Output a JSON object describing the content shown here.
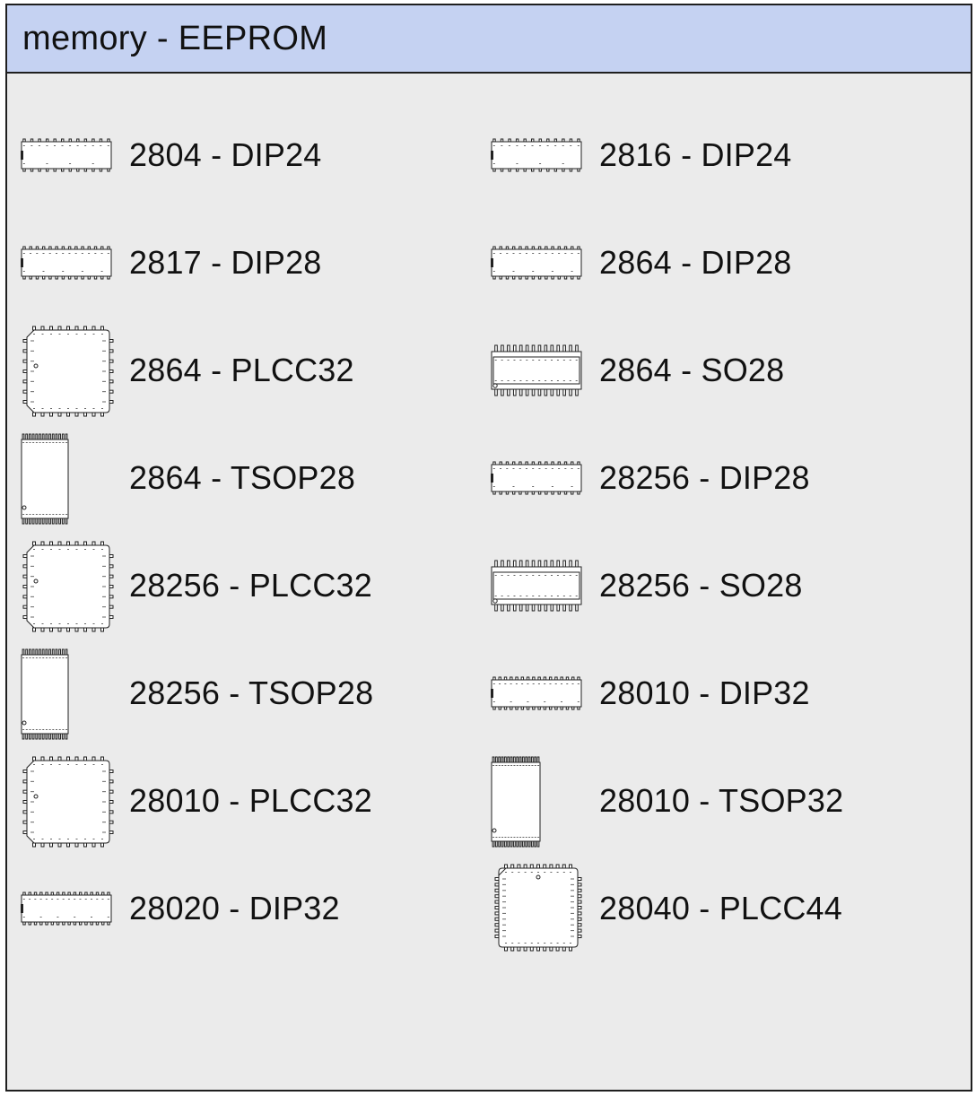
{
  "header": {
    "title": "memory - EEPROM"
  },
  "parts": [
    {
      "label": "2804 - DIP24",
      "package": "dip",
      "pins": 24
    },
    {
      "label": "2816 - DIP24",
      "package": "dip",
      "pins": 24
    },
    {
      "label": "2817 - DIP28",
      "package": "dip",
      "pins": 28
    },
    {
      "label": "2864 - DIP28",
      "package": "dip",
      "pins": 28
    },
    {
      "label": "2864 - PLCC32",
      "package": "plcc",
      "pins": 32
    },
    {
      "label": "2864 - SO28",
      "package": "so",
      "pins": 28
    },
    {
      "label": "2864 - TSOP28",
      "package": "tsop",
      "pins": 28
    },
    {
      "label": "28256 - DIP28",
      "package": "dip",
      "pins": 28
    },
    {
      "label": "28256 - PLCC32",
      "package": "plcc",
      "pins": 32
    },
    {
      "label": "28256 - SO28",
      "package": "so",
      "pins": 28
    },
    {
      "label": "28256 - TSOP28",
      "package": "tsop",
      "pins": 28
    },
    {
      "label": "28010 - DIP32",
      "package": "dip",
      "pins": 32
    },
    {
      "label": "28010 - PLCC32",
      "package": "plcc",
      "pins": 32
    },
    {
      "label": "28010 - TSOP32",
      "package": "tsop",
      "pins": 32
    },
    {
      "label": "28020 - DIP32",
      "package": "dip",
      "pins": 32
    },
    {
      "label": "28040 - PLCC44",
      "package": "plcc",
      "pins": 44
    }
  ]
}
